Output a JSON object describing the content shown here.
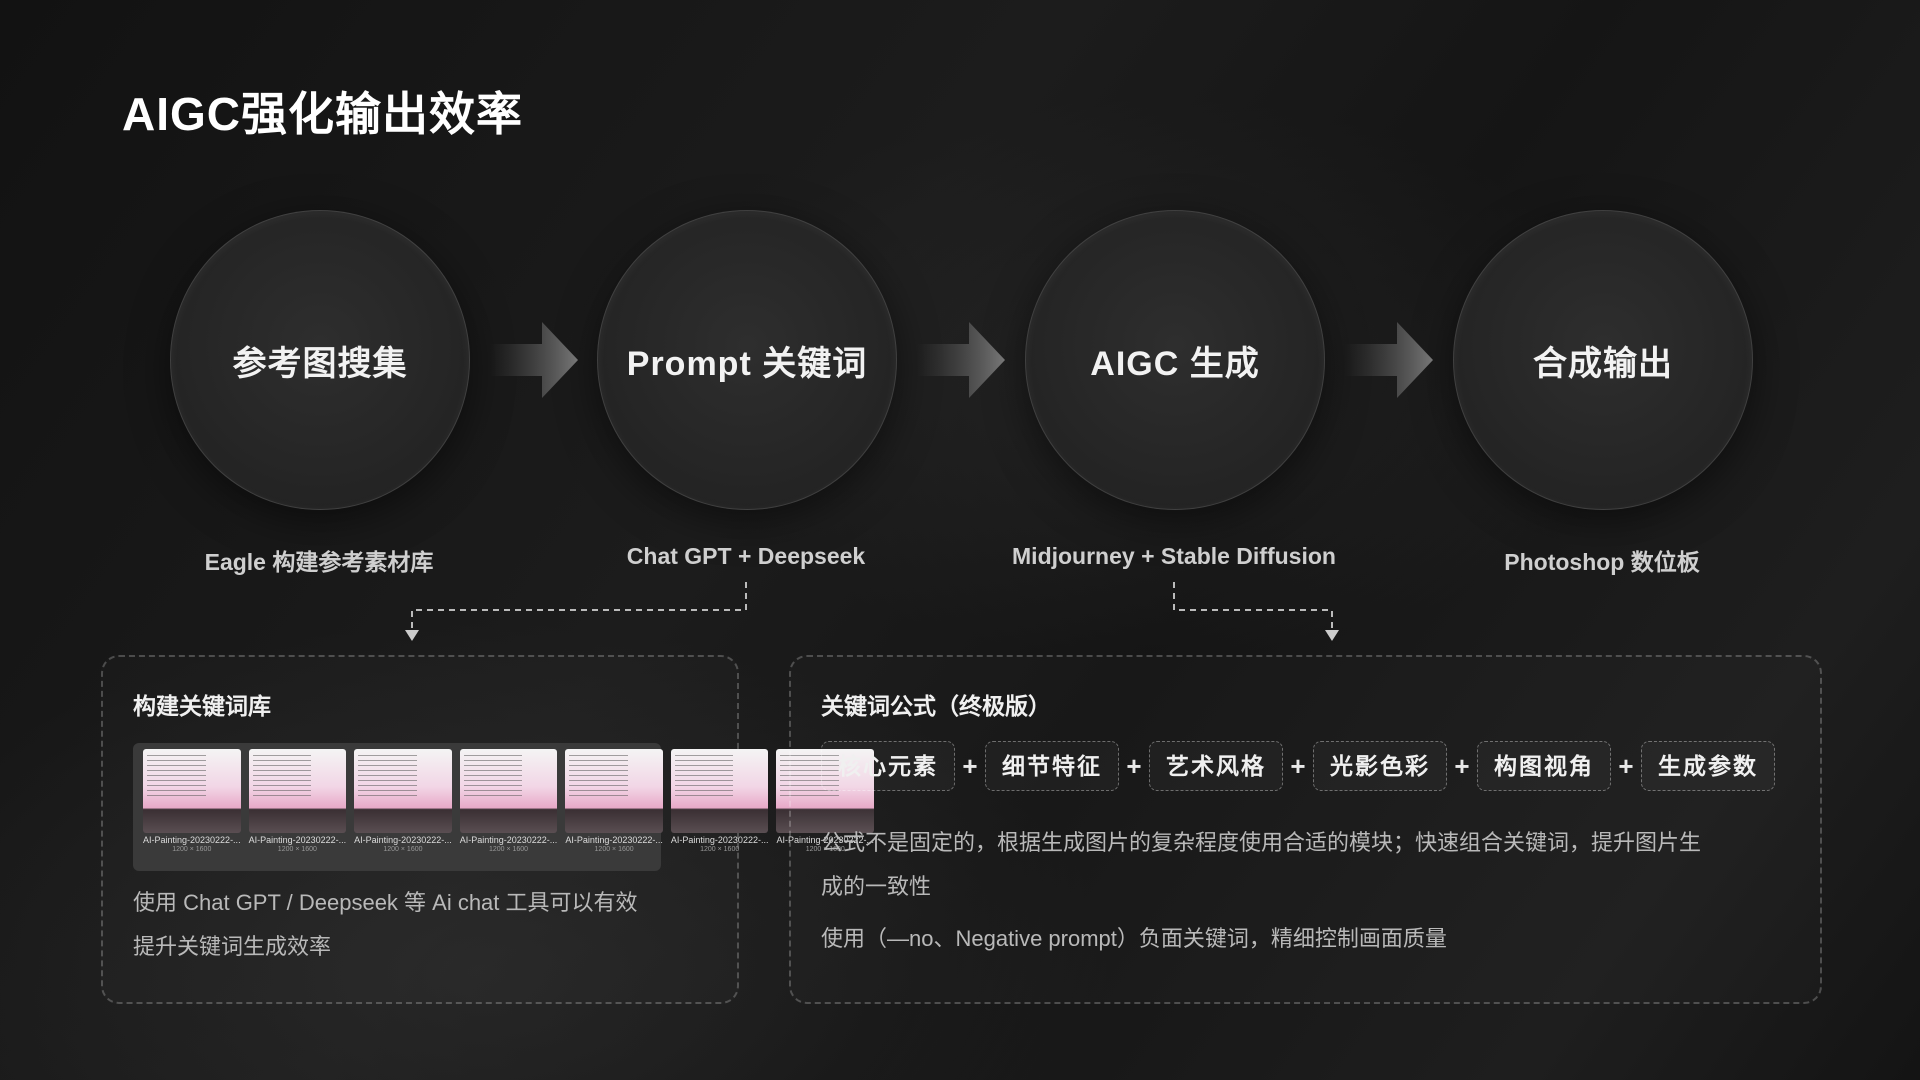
{
  "title": "AIGC强化输出效率",
  "steps": [
    {
      "label": "参考图搜集",
      "tool": "Eagle 构建参考素材库"
    },
    {
      "label": "Prompt 关键词",
      "tool": "Chat GPT + Deepseek"
    },
    {
      "label": "AIGC 生成",
      "tool": "Midjourney + Stable Diffusion"
    },
    {
      "label": "合成输出",
      "tool": "Photoshop 数位板"
    }
  ],
  "left_box": {
    "title": "构建关键词库",
    "thumbnails": [
      {
        "name": "AI-Painting-20230222-...",
        "size": "1200 × 1600"
      },
      {
        "name": "AI-Painting-20230222-...",
        "size": "1200 × 1600"
      },
      {
        "name": "AI-Painting-20230222-...",
        "size": "1200 × 1600"
      },
      {
        "name": "AI-Painting-20230222-...",
        "size": "1200 × 1600"
      },
      {
        "name": "AI-Painting-20230222-...",
        "size": "1200 × 1600"
      },
      {
        "name": "AI-Painting-20230222-...",
        "size": "1200 × 1600"
      },
      {
        "name": "AI-Painting-20230222-...",
        "size": "1200 × 1600"
      }
    ],
    "desc_line1": "使用 Chat GPT / Deepseek 等 Ai chat 工具可以有效",
    "desc_line2": "提升关键词生成效率"
  },
  "right_box": {
    "title": "关键词公式（终极版）",
    "chips": [
      "核心元素",
      "细节特征",
      "艺术风格",
      "光影色彩",
      "构图视角",
      "生成参数"
    ],
    "plus": "+",
    "desc1_line1": "公式不是固定的，根据生成图片的复杂程度使用合适的模块；快速组合关键词，提升图片生",
    "desc1_line2": "成的一致性",
    "desc2": "使用（—no、Negative prompt）负面关键词，精细控制画面质量"
  },
  "colors": {
    "background": "#161616",
    "circle": "#2a2a2a",
    "text": "#ffffff",
    "muted": "#b9b9b9"
  }
}
